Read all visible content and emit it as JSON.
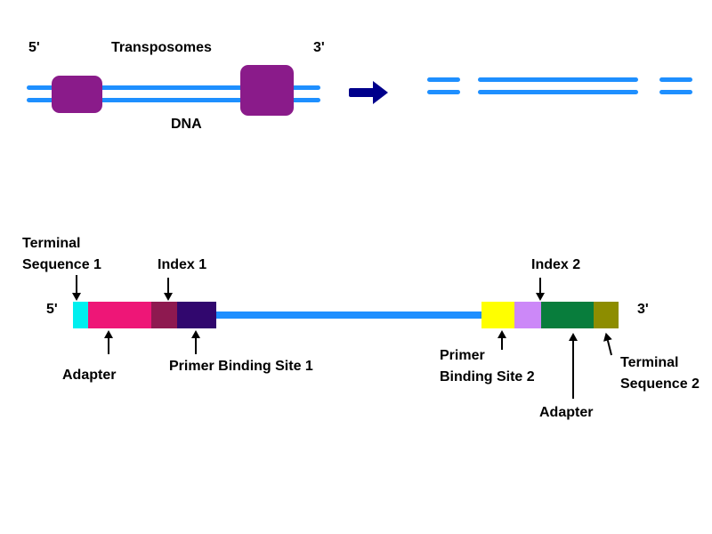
{
  "colors": {
    "dna_blue": "#1e8fff",
    "transposome": "#8a1b8a",
    "arrow_navy": "#00008b",
    "terminal_sequence_1": "#00efef",
    "adapter_1": "#ee1677",
    "index_1": "#8e1950",
    "primer_binding_site_1": "#31076e",
    "primer_binding_site_2": "#ffff00",
    "index_2": "#cc88f8",
    "adapter_2": "#087d3c",
    "terminal_sequence_2": "#8d8d00"
  },
  "top_panel": {
    "five_prime": "5'",
    "transposomes_label": "Transposomes",
    "three_prime": "3'",
    "dna_label": "DNA"
  },
  "bottom_panel": {
    "five_prime": "5'",
    "three_prime": "3'",
    "terminal_sequence_1": {
      "line1": "Terminal",
      "line2": "Sequence 1"
    },
    "index_1": "Index 1",
    "adapter_1": "Adapter",
    "primer_binding_site_1": "Primer Binding Site 1",
    "index_2": "Index 2",
    "primer_binding_site_2": {
      "line1": "Primer",
      "line2": "Binding Site 2"
    },
    "adapter_2": "Adapter",
    "terminal_sequence_2": {
      "line1": "Terminal",
      "line2": "Sequence 2"
    }
  }
}
